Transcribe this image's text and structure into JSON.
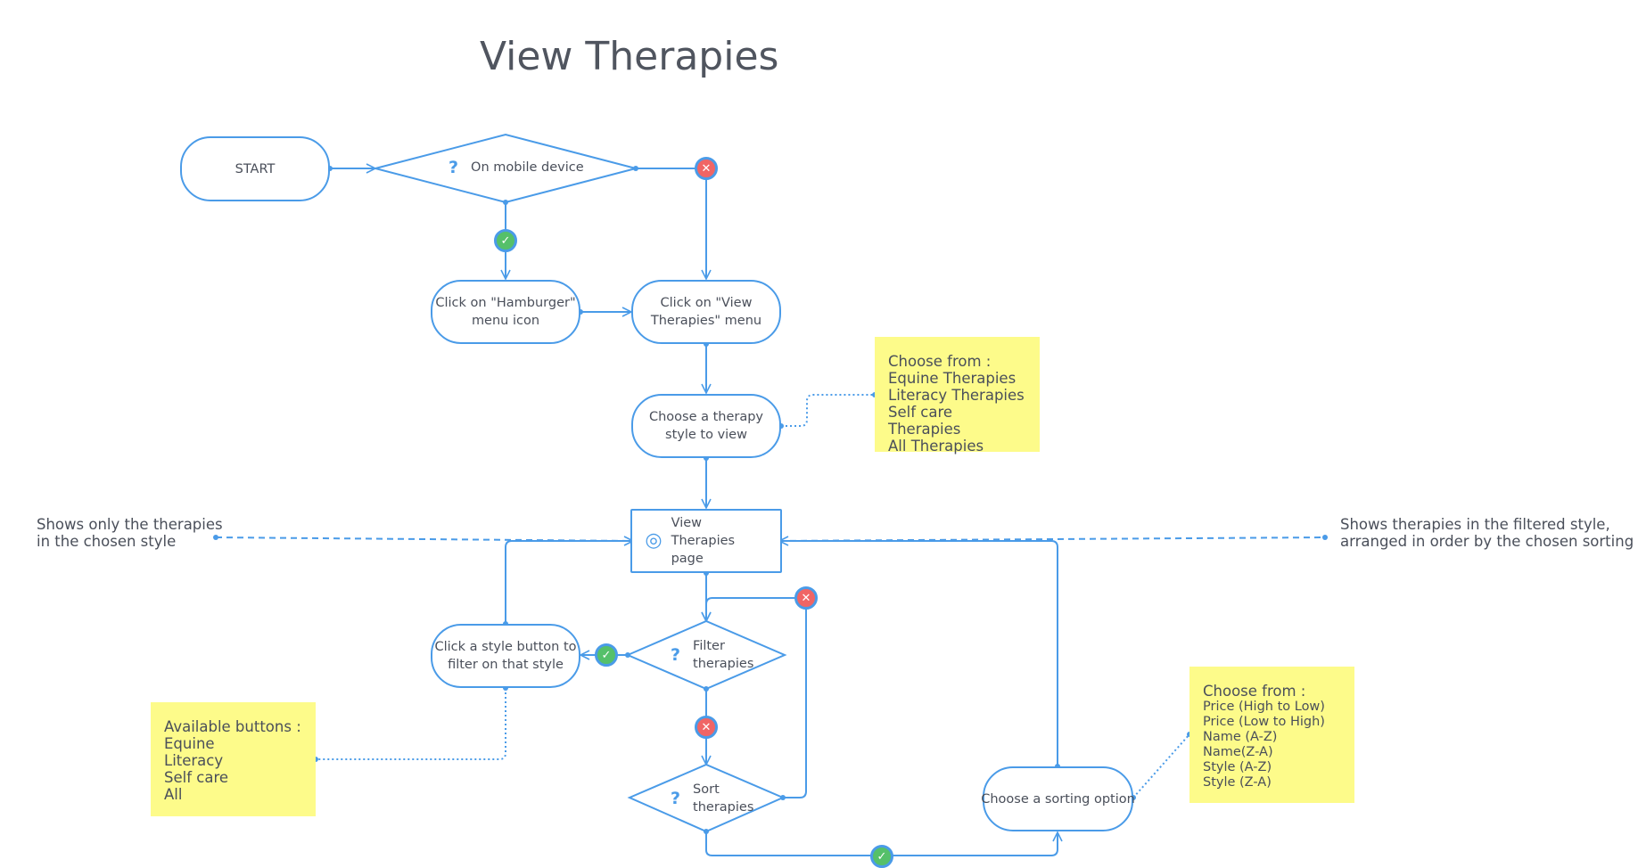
{
  "title": "View Therapies",
  "nodes": {
    "start": "START",
    "mobile_decision": "On mobile device",
    "hamburger": "Click on \"Hamburger\" menu icon",
    "view_menu": "Click on \"View Therapies\" menu",
    "choose_style": "Choose a therapy style to view",
    "view_page": "View Therapies page",
    "filter_decision": "Filter therapies",
    "style_button": "Click a style button to filter on that style",
    "sort_decision": "Sort therapies",
    "sorting_option": "Choose a sorting option"
  },
  "notes": {
    "style_note": {
      "heading": "Choose from :",
      "items": [
        "Equine Therapies",
        "Literacy Therapies",
        "Self care Therapies",
        "All Therapies"
      ]
    },
    "buttons_note": {
      "heading": "Available buttons :",
      "items": [
        "Equine",
        "Literacy",
        "Self care",
        "All"
      ]
    },
    "sort_note": {
      "heading": "Choose from :",
      "items": [
        "Price (High to Low)",
        "Price (Low to High)",
        "Name (A-Z)",
        "Name(Z-A)",
        "Style (A-Z)",
        "Style (Z-A)"
      ]
    }
  },
  "side_notes": {
    "left": "Shows only the therapies\nin the chosen style",
    "right": "Shows therapies in the filtered style,\narranged in order by the chosen sorting"
  },
  "icons": {
    "question": "?",
    "yes": "✓",
    "no": "✕",
    "target": "◎"
  },
  "colors": {
    "line": "#4a9be8",
    "yes": "#55c06a",
    "no": "#f06565",
    "note": "#fdfb8a"
  }
}
